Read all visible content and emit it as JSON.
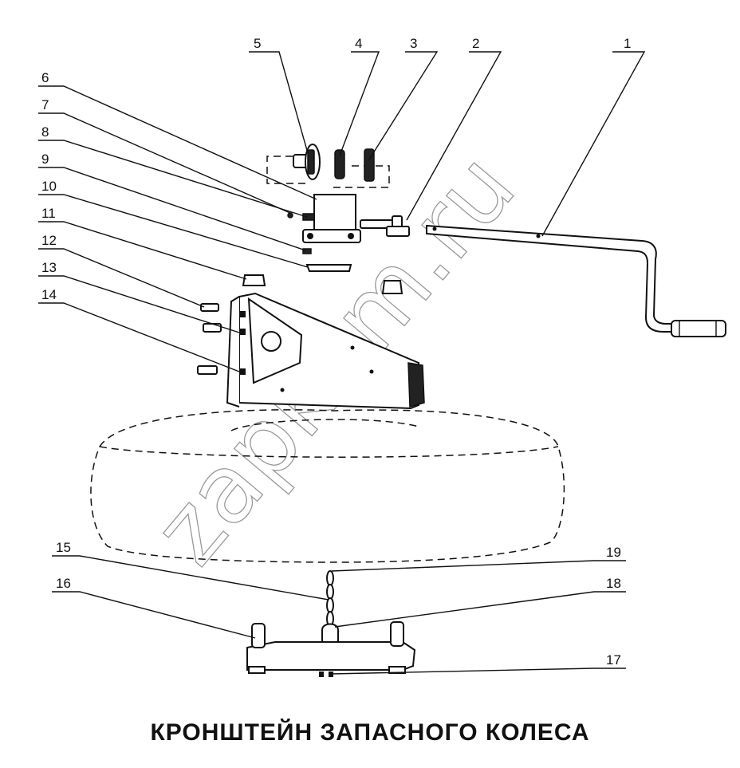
{
  "title": "КРОНШТЕЙН ЗАПАСНОГО КОЛЕСА",
  "watermark": "zapkam.ru",
  "callouts": [
    "1",
    "2",
    "3",
    "4",
    "5",
    "6",
    "7",
    "8",
    "9",
    "10",
    "11",
    "12",
    "13",
    "14",
    "15",
    "16",
    "17",
    "18",
    "19"
  ]
}
